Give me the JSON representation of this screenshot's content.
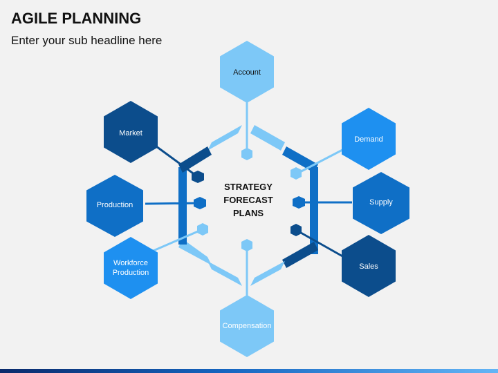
{
  "header": {
    "title": "AGILE PLANNING",
    "subtitle": "Enter your sub headline here"
  },
  "colors": {
    "light": "#7dc8f7",
    "medium": "#0f6fc6",
    "dark": "#0c4d8c"
  },
  "center": {
    "line1": "STRATEGY",
    "line2": "FORECAST",
    "line3": "PLANS"
  },
  "nodes": {
    "account": {
      "label": "Account"
    },
    "demand": {
      "label": "Demand"
    },
    "supply": {
      "label": "Supply"
    },
    "sales": {
      "label": "Sales"
    },
    "compensation": {
      "label": "Compensation"
    },
    "workforce": {
      "line1": "Workforce",
      "line2": "Production"
    },
    "production": {
      "label": "Production"
    },
    "market": {
      "label": "Market"
    }
  }
}
